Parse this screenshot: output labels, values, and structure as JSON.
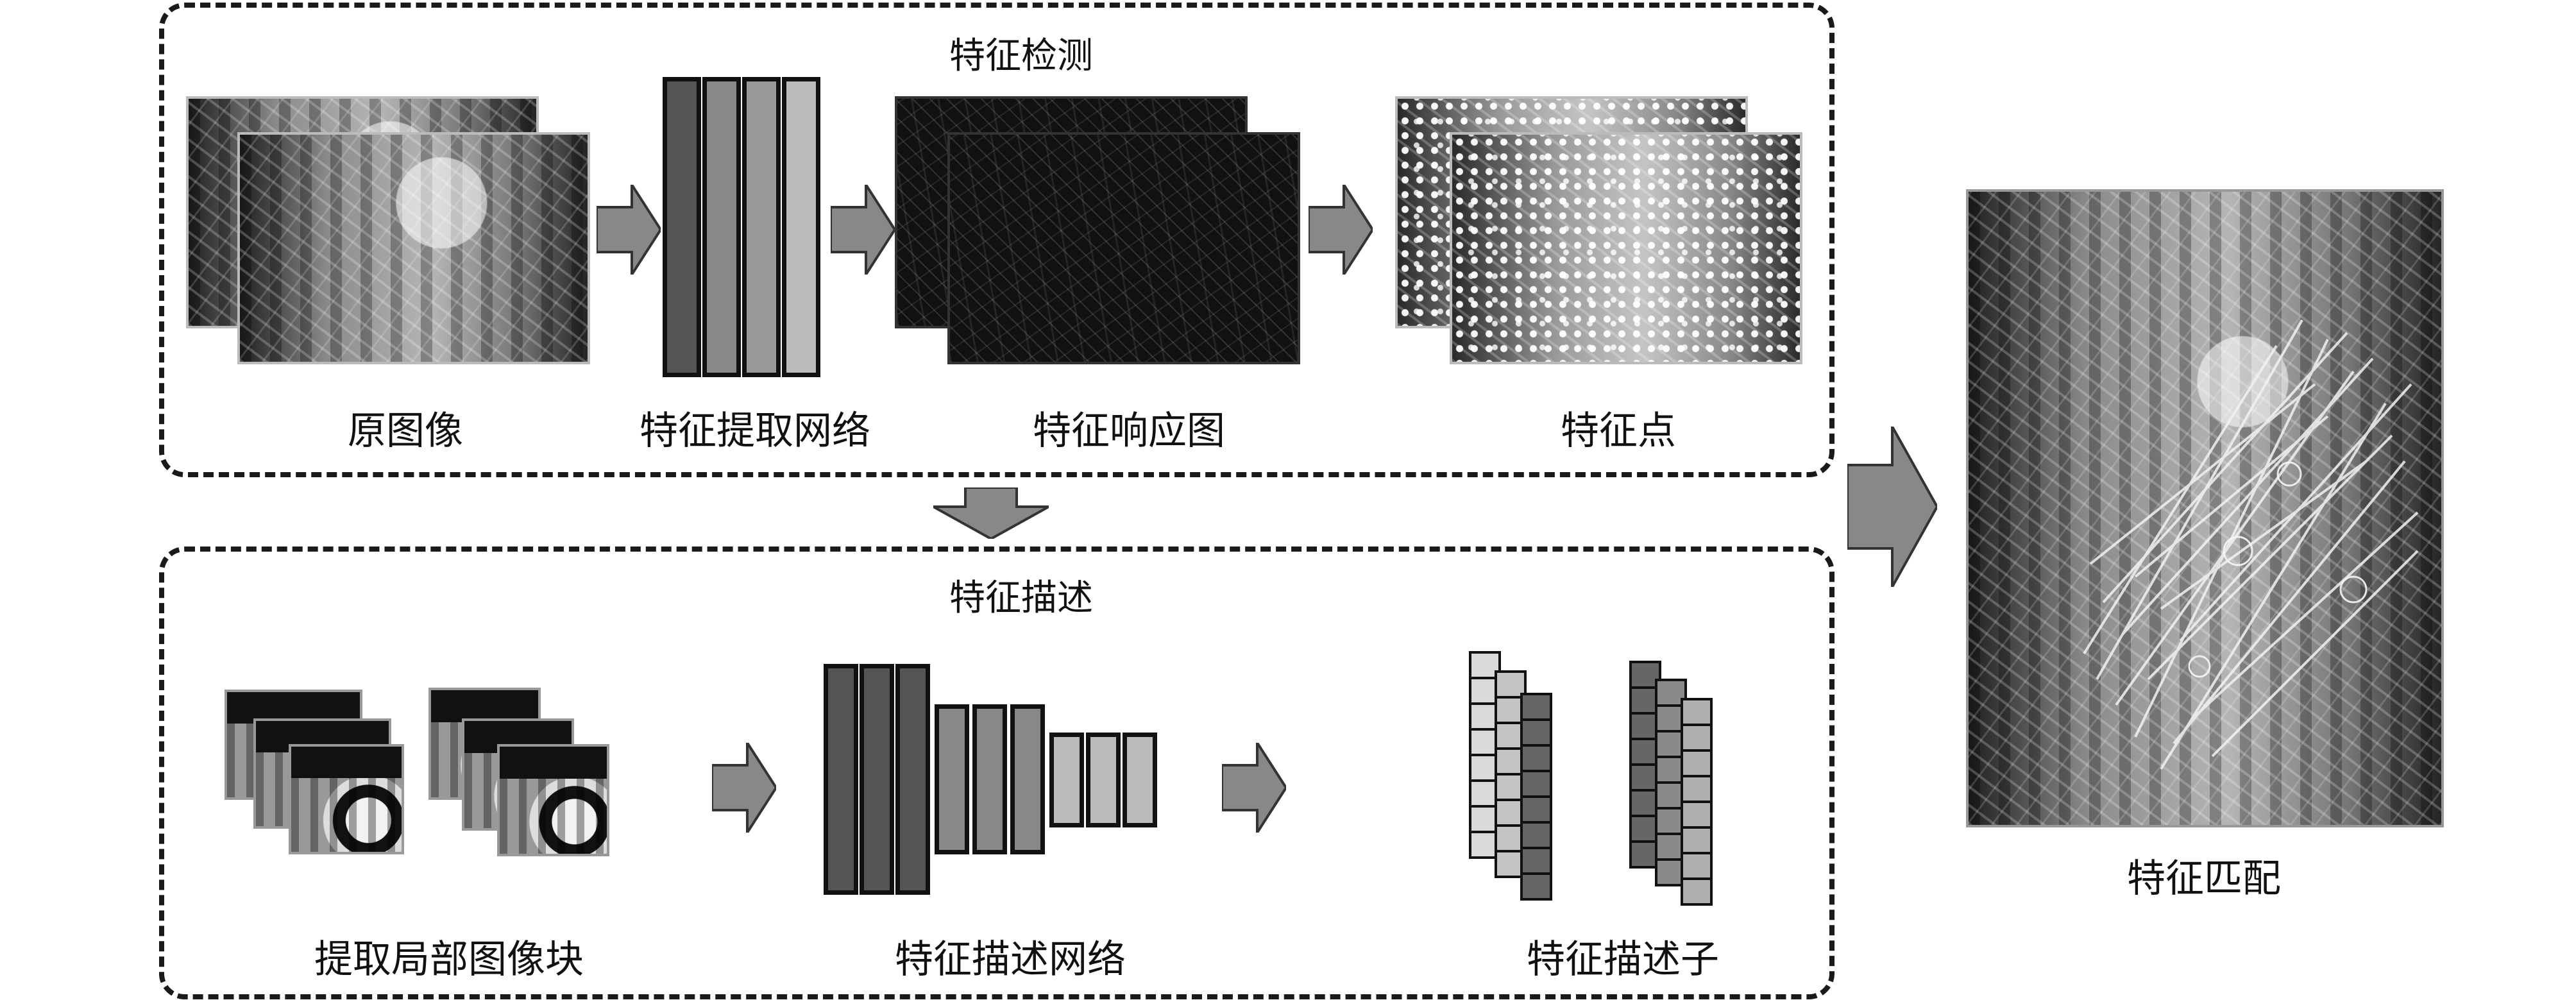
{
  "detection": {
    "title": "特征检测",
    "labels": [
      "原图像",
      "特征提取网络",
      "特征响应图",
      "特征点"
    ]
  },
  "description": {
    "title": "特征描述",
    "labels": [
      "提取局部图像块",
      "特征描述网络",
      "特征描述子"
    ]
  },
  "matching": {
    "label": "特征匹配"
  },
  "colors": {
    "bar_dark": "#555555",
    "bar_mid": "#888888",
    "bar_light": "#b9b9b9",
    "arrow": "#888888",
    "border": "#1a1a1a"
  }
}
